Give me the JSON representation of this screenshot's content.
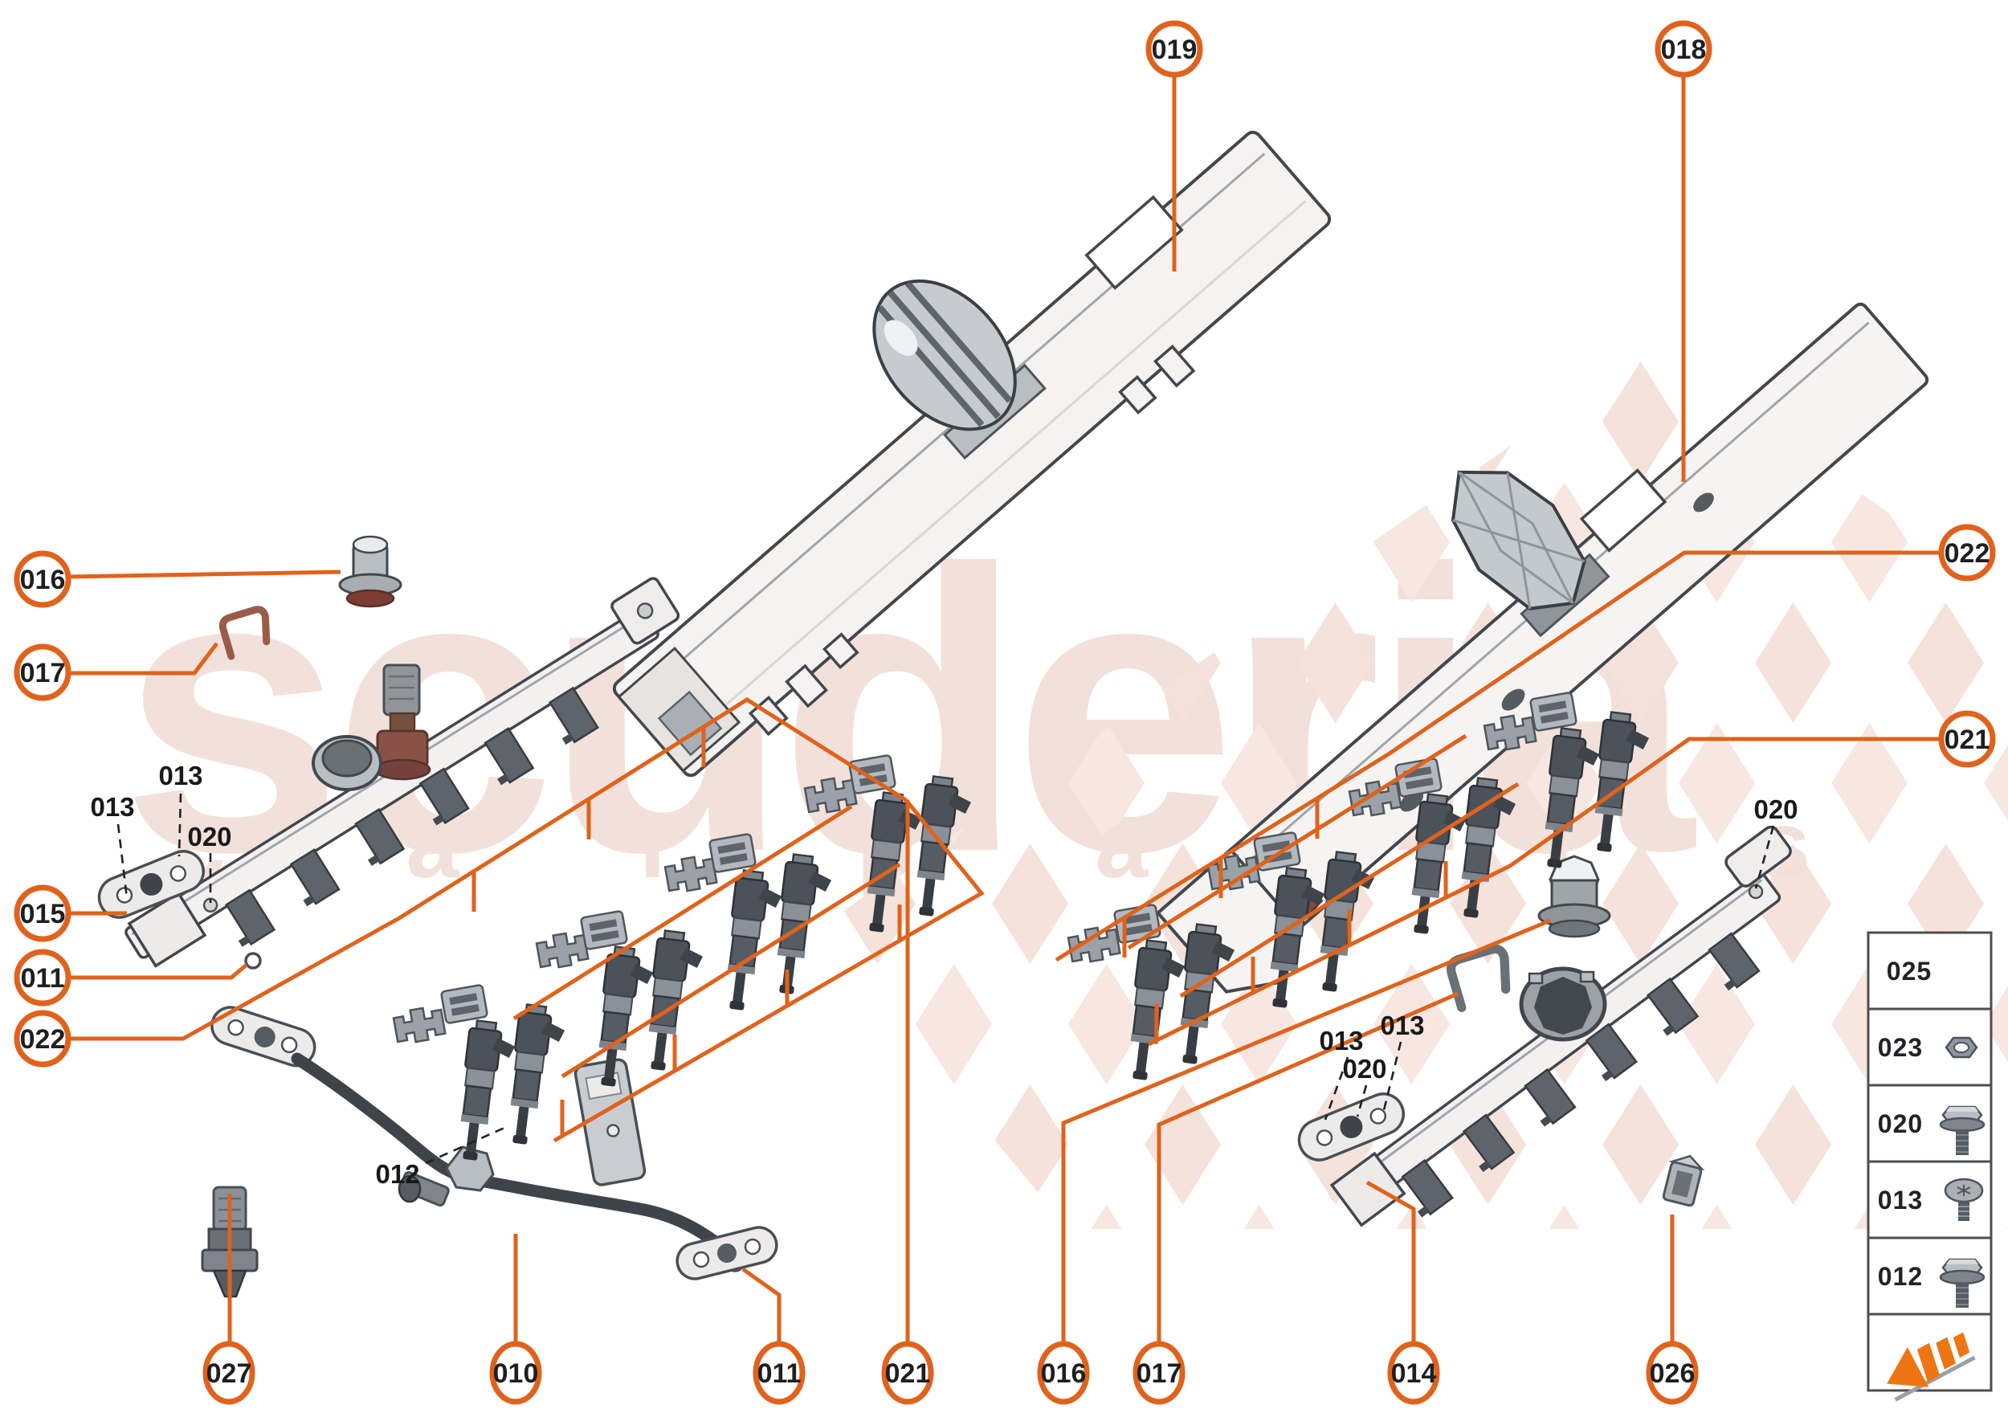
{
  "colors": {
    "accent": "#E0621C",
    "logo_orange": "#EE7512",
    "watermark_pink": "#F2E1DA",
    "checker_pink": "#F7E7E0",
    "part_outline": "#42474D",
    "part_fill": "#F5F3F1"
  },
  "watermark": {
    "word": "scuderia",
    "letters": "c a r  p a r t s"
  },
  "callouts": [
    {
      "label": "019"
    },
    {
      "label": "018"
    },
    {
      "label": "016"
    },
    {
      "label": "017"
    },
    {
      "label": "022"
    },
    {
      "label": "021"
    },
    {
      "label": "015"
    },
    {
      "label": "011"
    },
    {
      "label": "022"
    },
    {
      "label": "027"
    },
    {
      "label": "010"
    },
    {
      "label": "011"
    },
    {
      "label": "021"
    },
    {
      "label": "016"
    },
    {
      "label": "017"
    },
    {
      "label": "014"
    },
    {
      "label": "026"
    }
  ],
  "part_labels": [
    {
      "label": "013"
    },
    {
      "label": "013"
    },
    {
      "label": "020"
    },
    {
      "label": "012"
    },
    {
      "label": "020"
    },
    {
      "label": "013"
    },
    {
      "label": "020"
    },
    {
      "label": "013"
    }
  ],
  "legend": {
    "rows": [
      {
        "label": "025",
        "icon": "none"
      },
      {
        "label": "023",
        "icon": "nut-icon"
      },
      {
        "label": "020",
        "icon": "flange-bolt-icon"
      },
      {
        "label": "013",
        "icon": "torx-screw-icon"
      },
      {
        "label": "012",
        "icon": "flange-bolt-icon"
      }
    ]
  }
}
